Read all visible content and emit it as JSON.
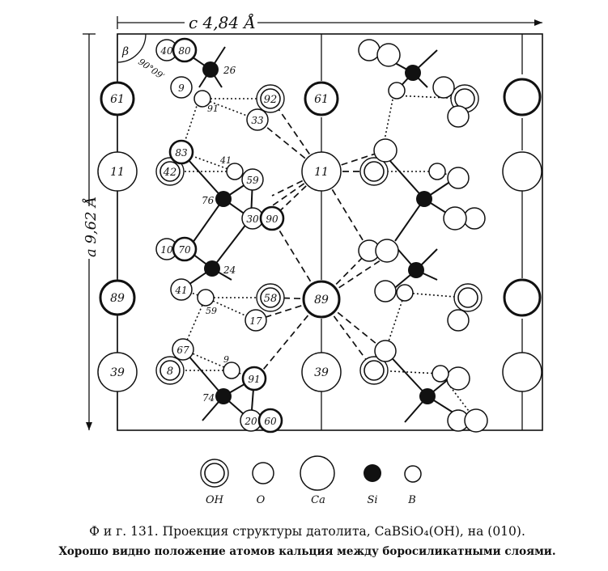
{
  "axes": {
    "c_label": "c 4,84 Å",
    "a_label": "a 9,62 Å",
    "beta_label": "β",
    "angle_label": "90°09′"
  },
  "legend": [
    {
      "key": "oh",
      "label": "OH"
    },
    {
      "key": "o",
      "label": "O"
    },
    {
      "key": "ca",
      "label": "Ca"
    },
    {
      "key": "si",
      "label": "Si"
    },
    {
      "key": "b",
      "label": "B"
    }
  ],
  "atoms": {
    "ca": [
      "61",
      "11",
      "89",
      "39",
      "61",
      "11",
      "89",
      "39"
    ],
    "oh": [
      "92",
      "42",
      "58",
      "8"
    ],
    "o": [
      "40",
      "80",
      "9",
      "33",
      "83",
      "59",
      "30",
      "90",
      "10",
      "70",
      "41",
      "17",
      "67",
      "91",
      "20",
      "60"
    ],
    "si": [
      "26",
      "76",
      "24",
      "74"
    ],
    "b": [
      "91",
      "41",
      "59",
      "9"
    ]
  },
  "caption": {
    "line1": "Ф и г. 131. Проекция структуры датолита, CaBSiO₄(OH), на (010).",
    "line2": "Хорошо видно положение атомов кальция между боросиликатными слоями."
  }
}
